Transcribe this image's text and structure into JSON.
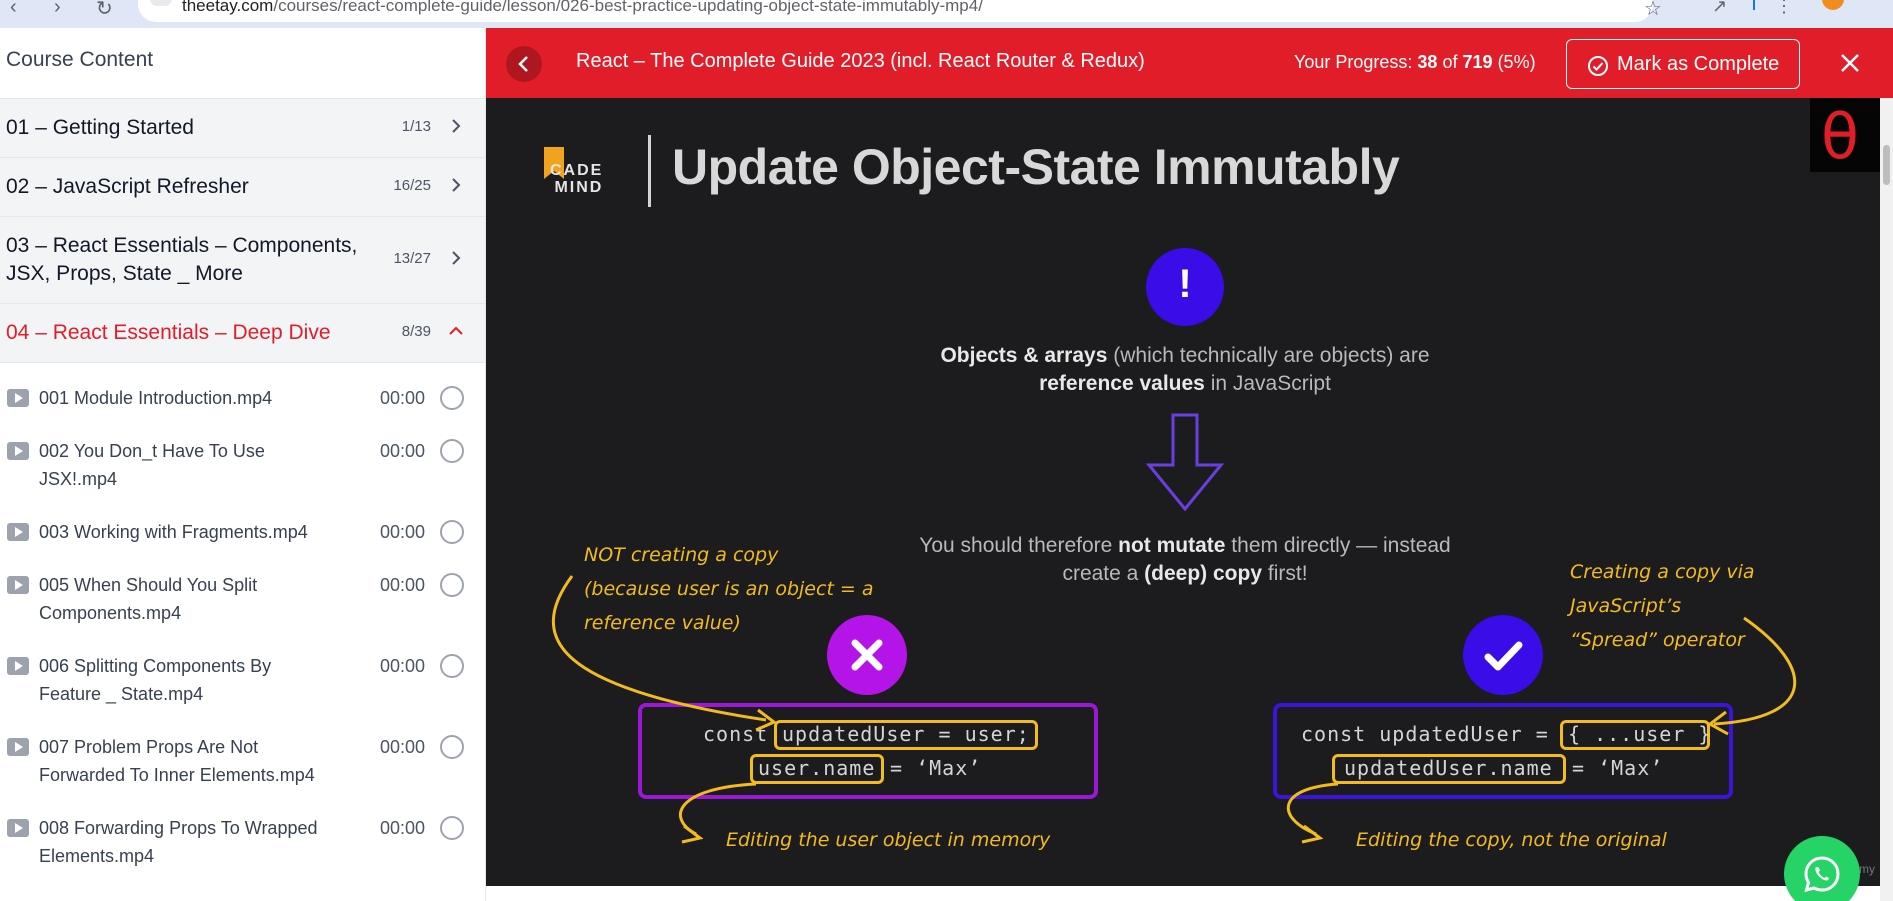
{
  "browser": {
    "url_host": "theetay.com",
    "url_path": "/courses/react-complete-guide/lesson/026-best-practice-updating-object-state-immutably-mp4/"
  },
  "sidebar": {
    "title": "Course Content",
    "sections": [
      {
        "title": "01 – Getting Started",
        "count": "1/13",
        "expanded": false
      },
      {
        "title": "02 – JavaScript Refresher",
        "count": "16/25",
        "expanded": false
      },
      {
        "title_line1": "03 – React Essentials – Components,",
        "title_line2": "JSX, Props, State _ More",
        "count": "13/27",
        "expanded": false
      },
      {
        "title": "04 – React Essentials – Deep Dive",
        "count": "8/39",
        "expanded": true
      }
    ],
    "lessons": [
      {
        "title": "001 Module Introduction.mp4",
        "time": "00:00"
      },
      {
        "title_line1": "002 You Don_t Have To Use",
        "title_line2": "JSX!.mp4",
        "time": "00:00"
      },
      {
        "title": "003 Working with Fragments.mp4",
        "time": "00:00"
      },
      {
        "title_line1": "005 When Should You Split",
        "title_line2": "Components.mp4",
        "time": "00:00"
      },
      {
        "title_line1": "006 Splitting Components By",
        "title_line2": "Feature _ State.mp4",
        "time": "00:00"
      },
      {
        "title_line1": "007 Problem Props Are Not",
        "title_line2": "Forwarded To Inner Elements.mp4",
        "time": "00:00"
      },
      {
        "title_line1": "008 Forwarding Props To Wrapped",
        "title_line2": "Elements.mp4",
        "time": "00:00"
      }
    ]
  },
  "header": {
    "course_title": "React – The Complete Guide 2023 (incl. React Router & Redux)",
    "progress_label": "Your Progress:",
    "progress_done": "38",
    "progress_of": "of",
    "progress_total": "719",
    "progress_pct": "(5%)",
    "mark_complete_label": "Mark as Complete",
    "accent_color": "#e11d2a"
  },
  "slide": {
    "logo_line1": "CADE",
    "logo_line2": "MIND",
    "title": "Update Object-State Immutably",
    "theta": "θ",
    "exclamation": "!",
    "intro_bold1": "Objects & arrays",
    "intro_rest1": " (which technically are objects) are",
    "intro_bold2": "reference values",
    "intro_rest2": " in JavaScript",
    "advice_pre": "You should therefore ",
    "advice_bold1": "not mutate",
    "advice_mid": " them directly — instead",
    "advice_pre2": "create a ",
    "advice_bold2": "(deep) copy",
    "advice_post2": " first!",
    "left_note_line1": "NOT creating a copy",
    "left_note_line2": "(because user is an object = a",
    "left_note_line3": "reference value)",
    "right_note_line1": "Creating a copy via JavaScript’s",
    "right_note_line2": "“Spread” operator",
    "left_code_const": "const",
    "left_code_assign": "updatedUser = user;",
    "left_code_prop": "user.name",
    "left_code_value": "= ‘Max’",
    "right_code_const": "const updatedUser =",
    "right_code_spread": "{ ...user }",
    "right_code_prop": "updatedUser.name",
    "right_code_value": "= ‘Max’",
    "left_caption": "Editing the user object in memory",
    "right_caption": "Editing the copy, not the original",
    "watermark": "my"
  }
}
